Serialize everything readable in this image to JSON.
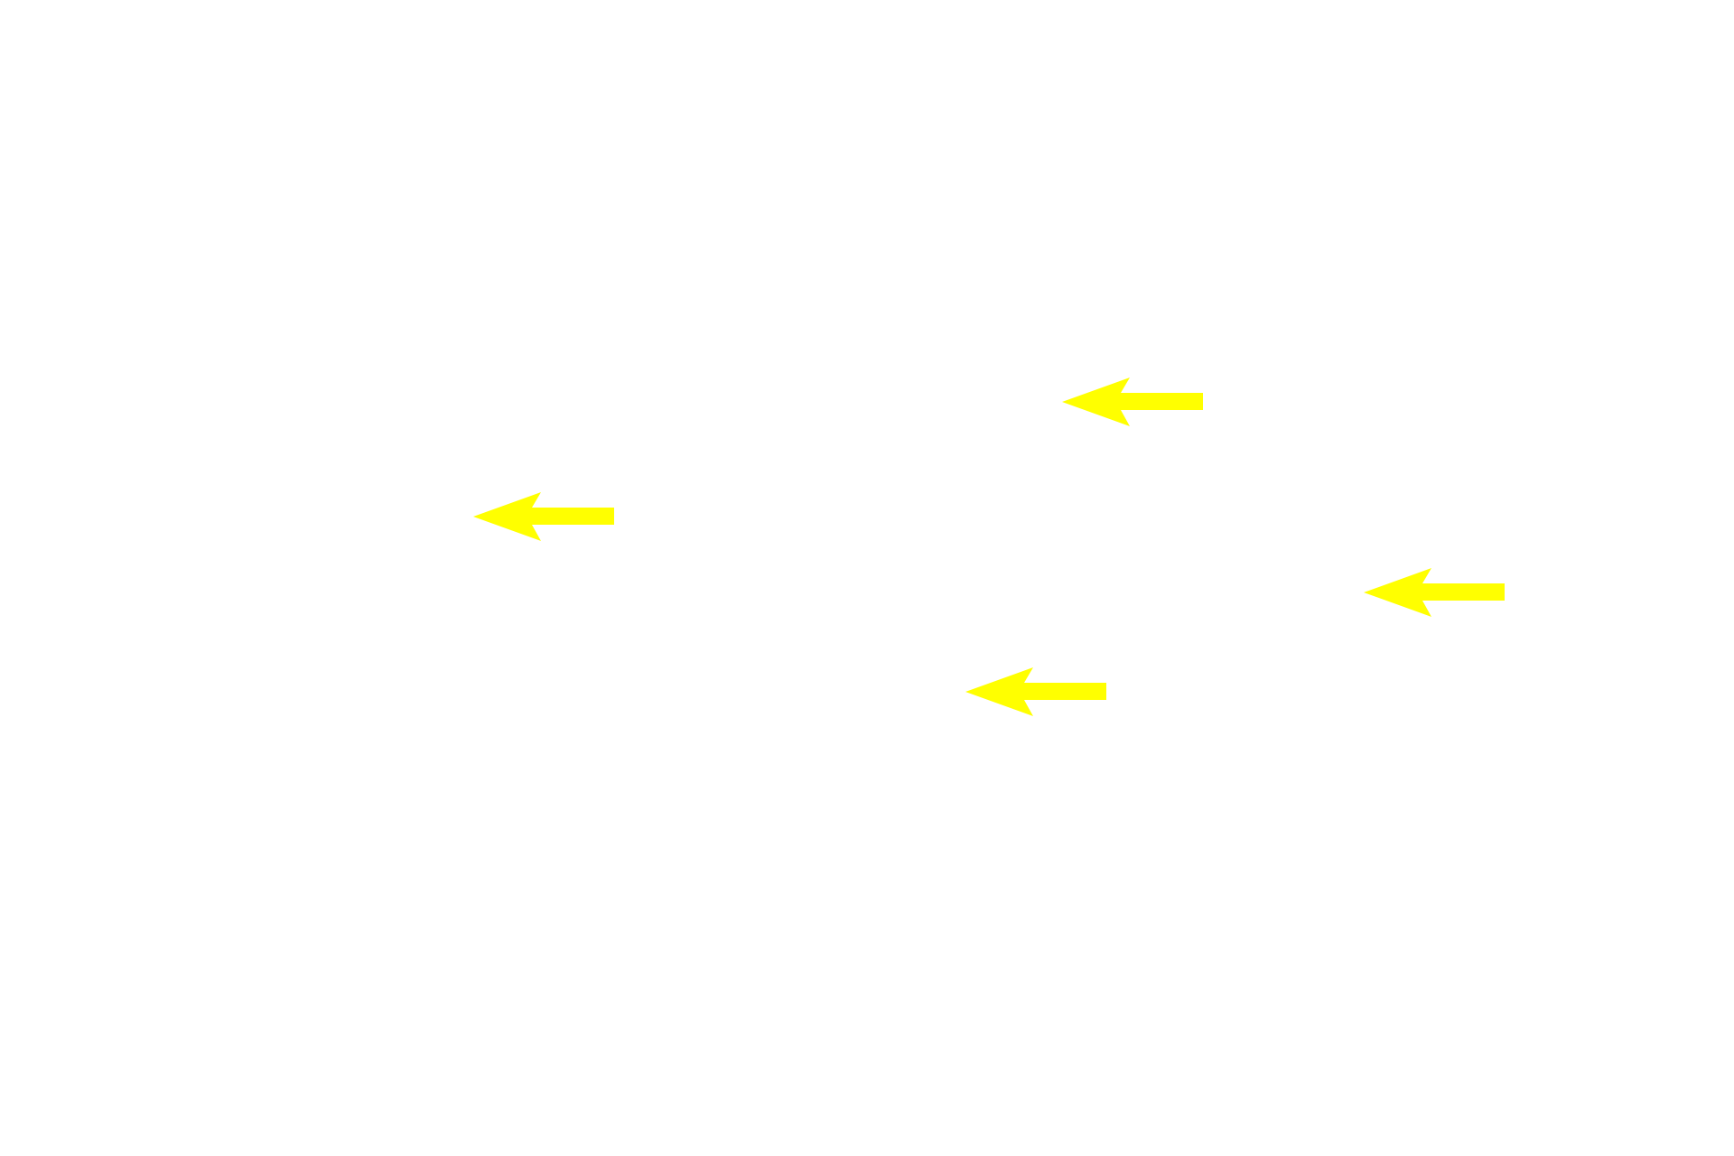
{
  "background_color": "#ffffff",
  "arrow_color": "#ffff00",
  "arrows": [
    {
      "name": "arrow-1",
      "direction": "left"
    },
    {
      "name": "arrow-2",
      "direction": "left"
    },
    {
      "name": "arrow-3",
      "direction": "left"
    },
    {
      "name": "arrow-4",
      "direction": "left"
    }
  ]
}
